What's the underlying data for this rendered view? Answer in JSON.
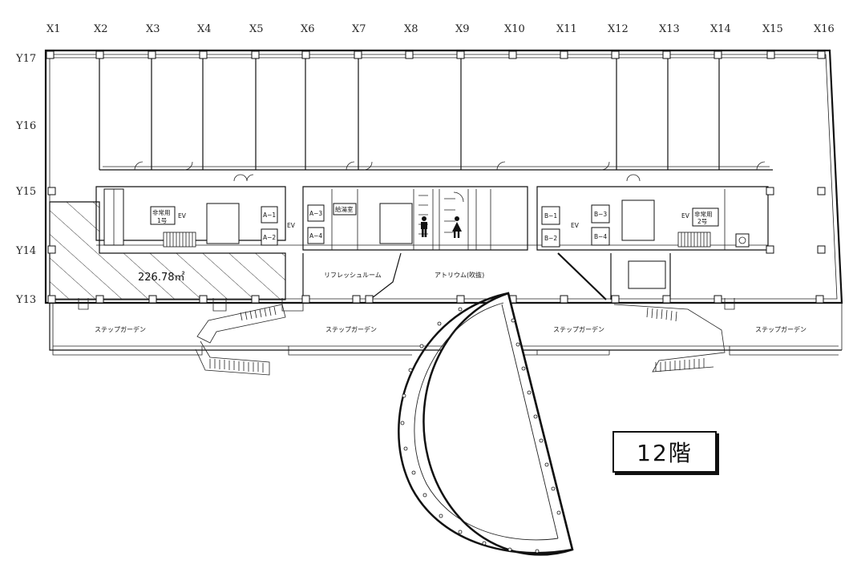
{
  "grid": {
    "x_axes": [
      "X1",
      "X2",
      "X3",
      "X4",
      "X5",
      "X6",
      "X7",
      "X8",
      "X9",
      "X10",
      "X11",
      "X12",
      "X13",
      "X14",
      "X15",
      "X16"
    ],
    "y_axes": [
      "Y17",
      "Y16",
      "Y15",
      "Y14",
      "Y13"
    ]
  },
  "rooms": {
    "emergency_ev_1": [
      "非常用",
      "1号"
    ],
    "emergency_ev_2": [
      "非常用",
      "2号"
    ],
    "ev": "EV",
    "lifts_a": [
      "A−1",
      "A−2",
      "A−3",
      "A−4"
    ],
    "lifts_b": [
      "B−1",
      "B−2",
      "B−3",
      "B−4"
    ],
    "kitchenette": "給湯室",
    "refresh_room": "リフレッシュルーム",
    "atrium": "アトリウム(吹抜)",
    "step_garden": "ステップガーデン"
  },
  "area": "226.78㎡",
  "floor_label": "12階",
  "colors": {
    "line": "#111111",
    "background": "#ffffff"
  },
  "icons": [
    "male-restroom-icon",
    "female-restroom-icon"
  ]
}
